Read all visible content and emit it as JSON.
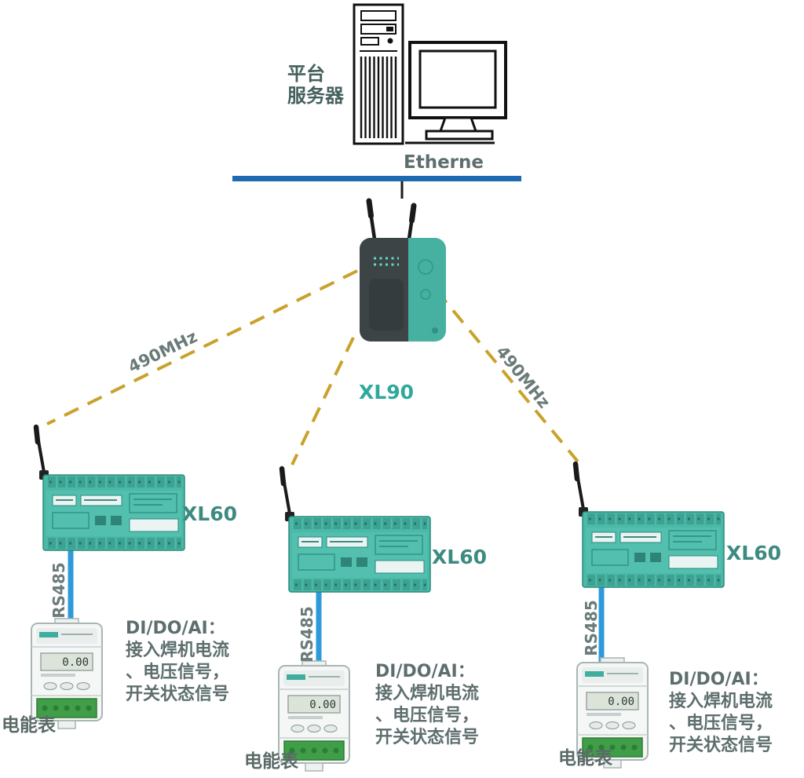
{
  "server": {
    "label": "平台\n服务器"
  },
  "ethernet": {
    "label": "Etherne"
  },
  "gateway": {
    "label": "XL90"
  },
  "links": {
    "freq_left": "490MHz",
    "freq_right": "490MHz"
  },
  "controllers": [
    {
      "label": "XL60",
      "bus_label": "RS485",
      "meter_label": "电能表",
      "meter_display": "0.00",
      "io_text": "DI/DO/AI：\n接入焊机电流\n、电压信号，\n开关状态信号"
    },
    {
      "label": "XL60",
      "bus_label": "RS485",
      "meter_label": "电能表",
      "meter_display": "0.00",
      "io_text": "DI/DO/AI：\n接入焊机电流\n、电压信号，\n开关状态信号"
    },
    {
      "label": "XL60",
      "bus_label": "RS485",
      "meter_label": "电能表",
      "meter_display": "0.00",
      "io_text": "DI/DO/AI：\n接入焊机电流\n、电压信号，\n开关状态信号"
    }
  ],
  "colors": {
    "device_teal": "#4BB9A8",
    "gateway_dark": "#3C4446",
    "accent_teal": "#2FA99C",
    "ethernet_blue": "#1E6AB2",
    "rs485_blue": "#2D9BD9",
    "wireless_dash_yellow": "#C9A22B",
    "label_gray": "#5E6E6E",
    "terminal_green": "#3F9E47"
  }
}
